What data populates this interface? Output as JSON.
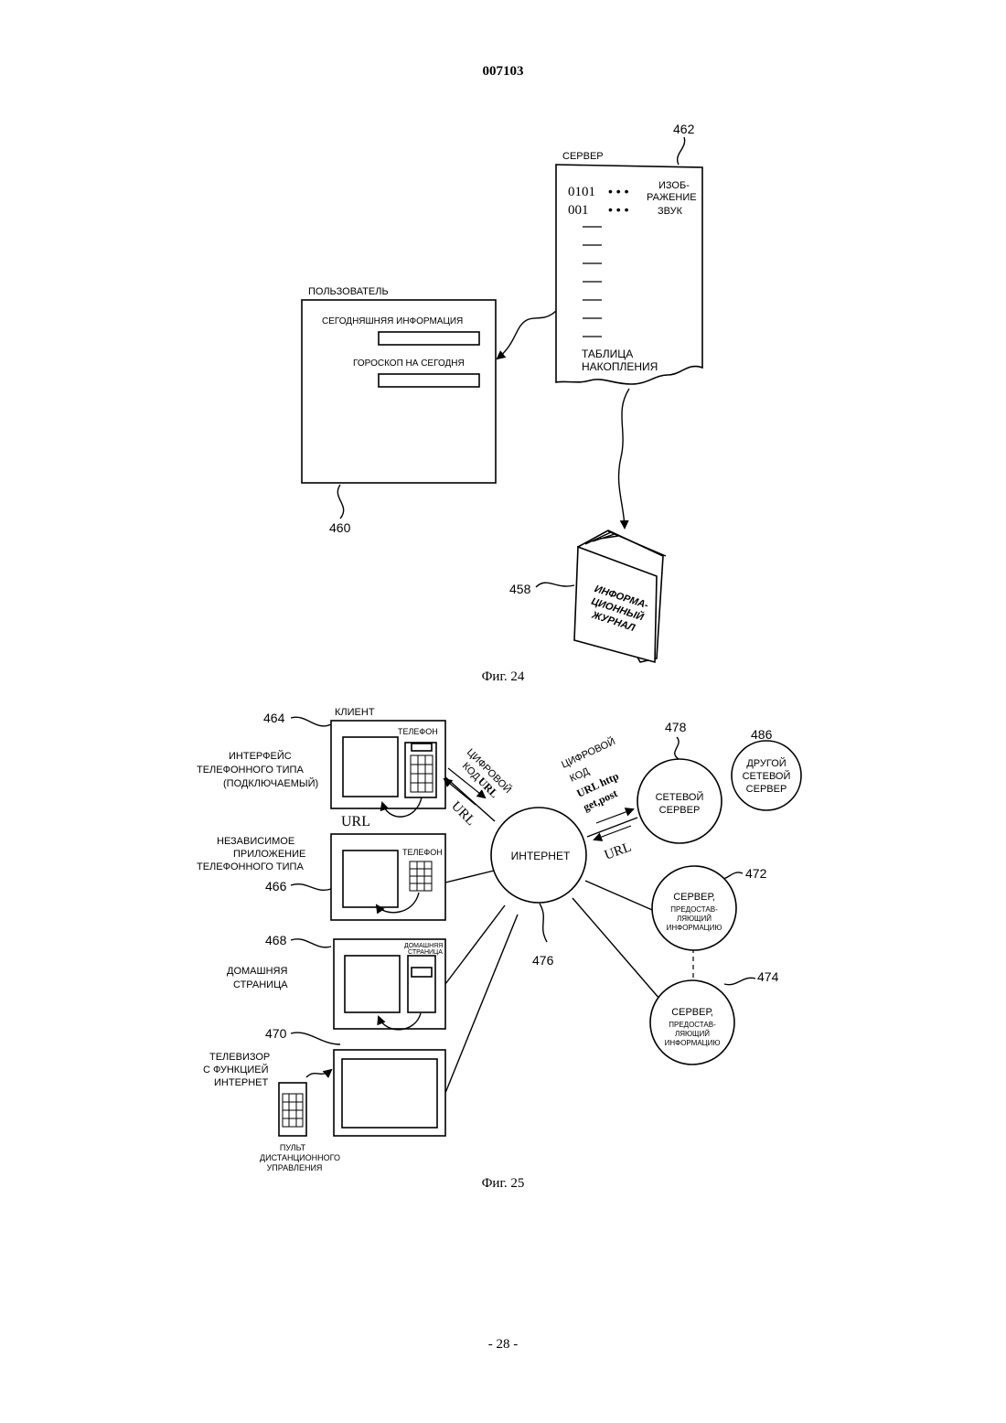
{
  "header": {
    "doc_number": "007103"
  },
  "footer": {
    "page_number": "- 28 -"
  },
  "fig24": {
    "caption": "Фиг. 24",
    "server": {
      "title": "СЕРВЕР",
      "ref": "462",
      "code1": "0101",
      "label1a": "ИЗОБ-",
      "label1b": "РАЖЕНИЕ",
      "code2": "001",
      "label2": "ЗВУК",
      "table_line1": "ТАБЛИЦА",
      "table_line2": "НАКОПЛЕНИЯ"
    },
    "user": {
      "title": "ПОЛЬЗОВАТЕЛЬ",
      "field1_label": "СЕГОДНЯШНЯЯ ИНФОРМАЦИЯ",
      "field2_label": "ГОРОСКОП НА СЕГОДНЯ",
      "ref": "460"
    },
    "magazine": {
      "ref": "458",
      "line1": "ИНФОРМА-",
      "line2": "ЦИОННЫЙ",
      "line3": "ЖУРНАЛ"
    }
  },
  "fig25": {
    "caption": "Фиг. 25",
    "client": {
      "ref": "464",
      "title": "КЛИЕНТ",
      "phone_label": "ТЕЛЕФОН",
      "desc1": "ИНТЕРФЕЙС",
      "desc2": "ТЕЛЕФОННОГО ТИПА",
      "desc3": "(ПОДКЛЮЧАЕМЫЙ)",
      "url": "URL"
    },
    "standalone": {
      "ref": "466",
      "desc1": "НЕЗАВИСИМОЕ",
      "desc2": "ПРИЛОЖЕНИЕ",
      "desc3": "ТЕЛЕФОННОГО ТИПА",
      "phone_label": "ТЕЛЕФОН"
    },
    "homepage": {
      "ref": "468",
      "desc1": "ДОМАШНЯЯ",
      "desc2": "СТРАНИЦА",
      "inner1": "ДОМАШНЯЯ",
      "inner2": "СТРАНИЦА"
    },
    "tv": {
      "ref": "470",
      "desc1": "ТЕЛЕВИЗОР",
      "desc2": "С ФУНКЦИЕЙ",
      "desc3": "ИНТЕРНЕТ",
      "remote1": "ПУЛЬТ",
      "remote2": "ДИСТАНЦИОННОГО",
      "remote3": "УПРАВЛЕНИЯ"
    },
    "internet": {
      "label": "ИНТЕРНЕТ",
      "ref": "476"
    },
    "left_code": {
      "line1": "ЦИФРОВОЙ",
      "line2": "КОД",
      "line2b": "URL",
      "url": "URL"
    },
    "right_code": {
      "line1": "ЦИФРОВОЙ",
      "line2": "КОД",
      "line3": "URL http",
      "line4": "get,post",
      "url": "URL"
    },
    "web_server": {
      "ref": "478",
      "line1": "СЕТЕВОЙ",
      "line2": "СЕРВЕР"
    },
    "other_server": {
      "ref": "486",
      "line1": "ДРУГОЙ",
      "line2": "СЕТЕВОЙ",
      "line3": "СЕРВЕР"
    },
    "info_server_1": {
      "ref": "472",
      "line1": "СЕРВЕР,",
      "line2": "ПРЕДОСТАВ-",
      "line3": "ЛЯЮЩИЙ",
      "line4": "ИНФОРМАЦИЮ"
    },
    "info_server_2": {
      "ref": "474",
      "line1": "СЕРВЕР,",
      "line2": "ПРЕДОСТАВ-",
      "line3": "ЛЯЮЩИЙ",
      "line4": "ИНФОРМАЦИЮ"
    }
  }
}
